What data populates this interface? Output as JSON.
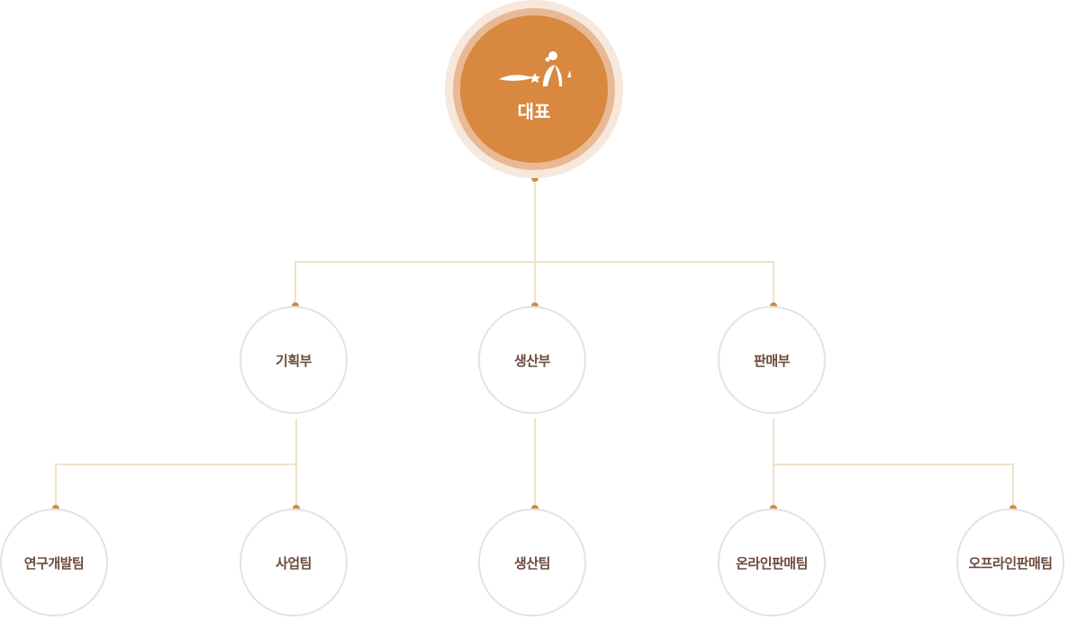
{
  "root": {
    "label": "대표",
    "logo_icon": "brand-logo-icon"
  },
  "departments": [
    {
      "label": "기획부"
    },
    {
      "label": "생산부"
    },
    {
      "label": "판매부"
    }
  ],
  "teams": [
    {
      "label": "연구개발팀",
      "parent": "기획부"
    },
    {
      "label": "사업팀",
      "parent": "기획부"
    },
    {
      "label": "생산팀",
      "parent": "생산부"
    },
    {
      "label": "온라인판매팀",
      "parent": "판매부"
    },
    {
      "label": "오프라인판매팀",
      "parent": "판매부"
    }
  ],
  "colors": {
    "accent": "#d8883f",
    "connector_line": "#efe2c8",
    "connector_dot": "#d8883f",
    "node_border": "#e3e3e3",
    "node_text": "#6b4a3c"
  }
}
